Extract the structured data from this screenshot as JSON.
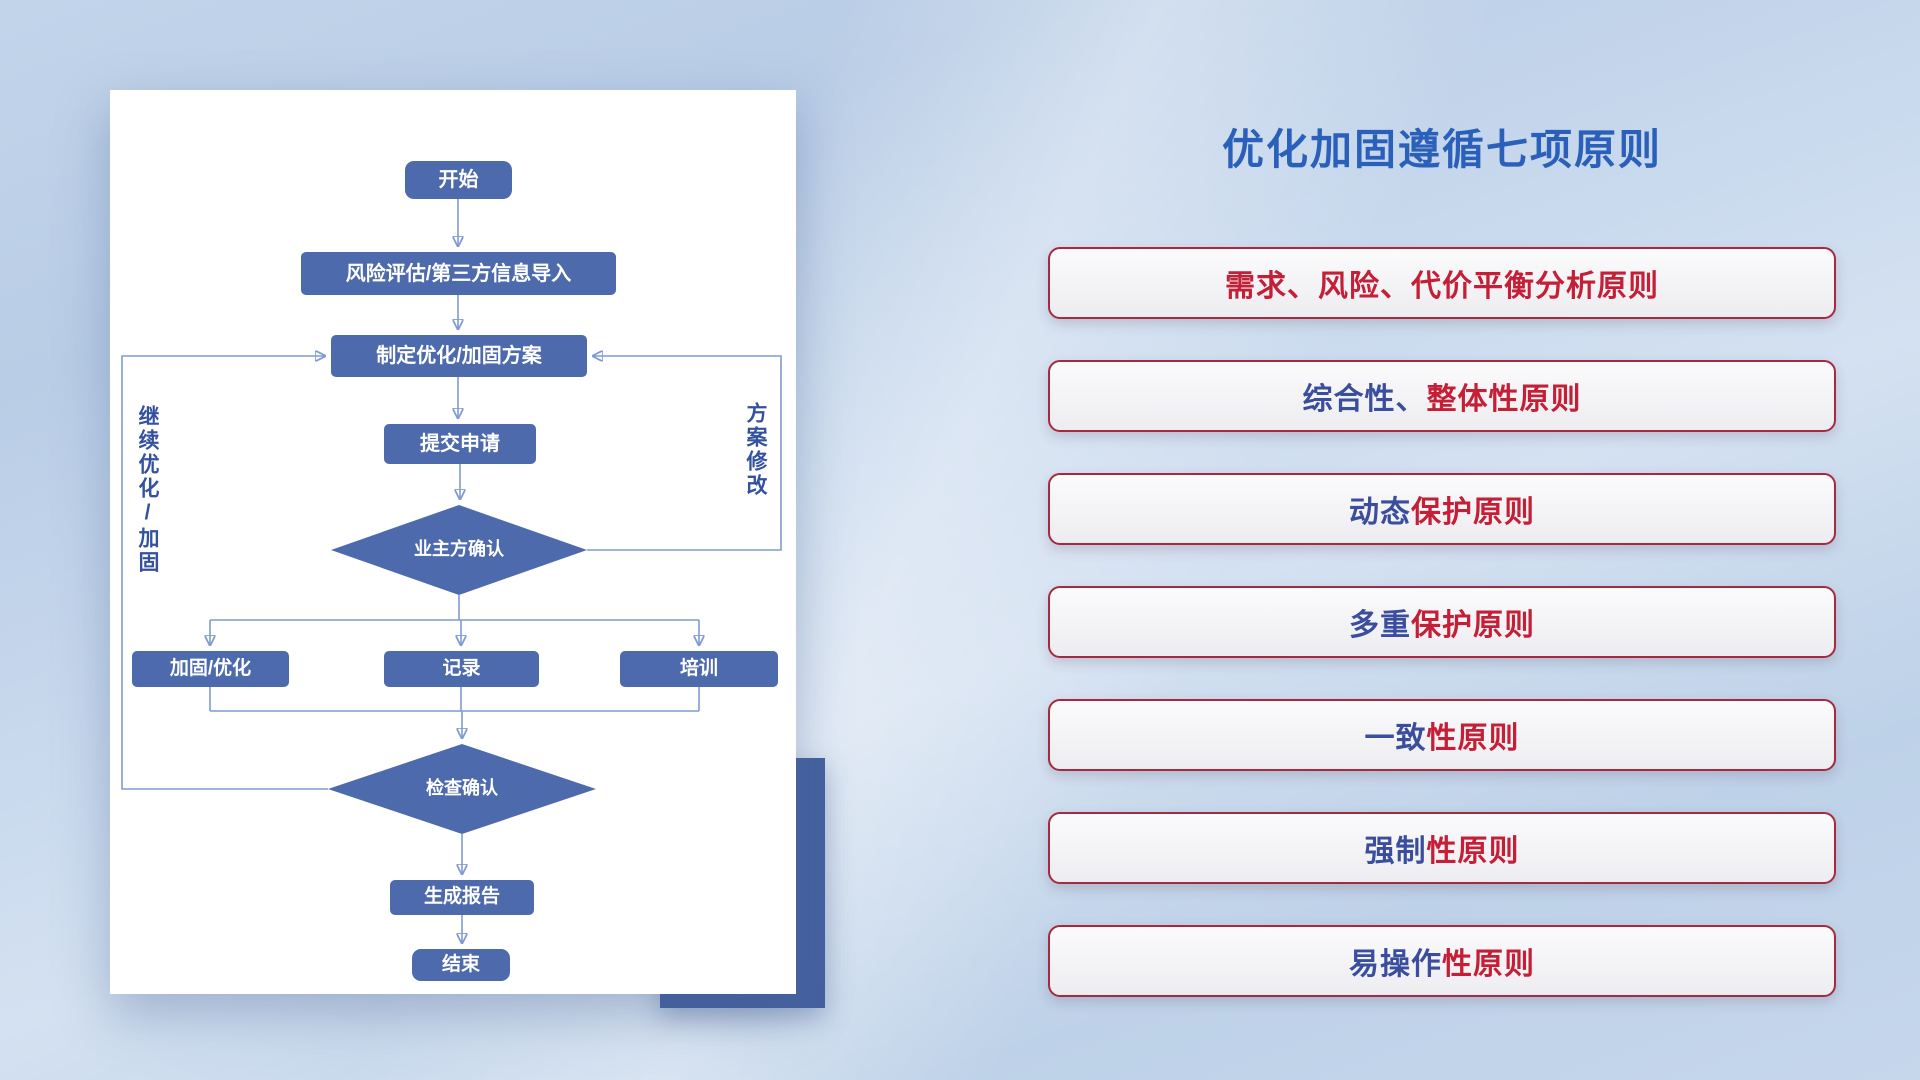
{
  "colors": {
    "node_fill": "#4d6aad",
    "flow_line": "#7f9bd1",
    "arrow": "#5f7fc0",
    "side_label": "#33519f",
    "title": "#2b60ba",
    "pill_border": "#a5293f",
    "red": "#c41f36",
    "blue": "#3b4d9d",
    "accent_block": "#44609f"
  },
  "flowchart": {
    "nodes": {
      "start": "开始",
      "risk": "风险评估/第三方信息导入",
      "plan": "制定优化/加固方案",
      "submit": "提交申请",
      "owner_confirm": "业主方确认",
      "reinforce": "加固/优化",
      "record": "记录",
      "training": "培训",
      "check_confirm": "检查确认",
      "report": "生成报告",
      "end": "结束"
    },
    "side_labels": {
      "left": "继续优化/加固",
      "right": "方案修改"
    }
  },
  "panel": {
    "title": "优化加固遵循七项原则",
    "principles": [
      {
        "segments": [
          {
            "text": "需求、风险、代价平衡分析原则",
            "color": "red"
          }
        ]
      },
      {
        "segments": [
          {
            "text": "综合性、",
            "color": "blue"
          },
          {
            "text": "整体性原则",
            "color": "red"
          }
        ]
      },
      {
        "segments": [
          {
            "text": "动态",
            "color": "blue"
          },
          {
            "text": "保护原则",
            "color": "red"
          }
        ]
      },
      {
        "segments": [
          {
            "text": "多重",
            "color": "blue"
          },
          {
            "text": "保护原则",
            "color": "red"
          }
        ]
      },
      {
        "segments": [
          {
            "text": "一致",
            "color": "blue"
          },
          {
            "text": "性原则",
            "color": "red"
          }
        ]
      },
      {
        "segments": [
          {
            "text": "强制",
            "color": "blue"
          },
          {
            "text": "性原则",
            "color": "red"
          }
        ]
      },
      {
        "segments": [
          {
            "text": "易操作",
            "color": "blue"
          },
          {
            "text": "性原则",
            "color": "red"
          }
        ]
      }
    ]
  }
}
